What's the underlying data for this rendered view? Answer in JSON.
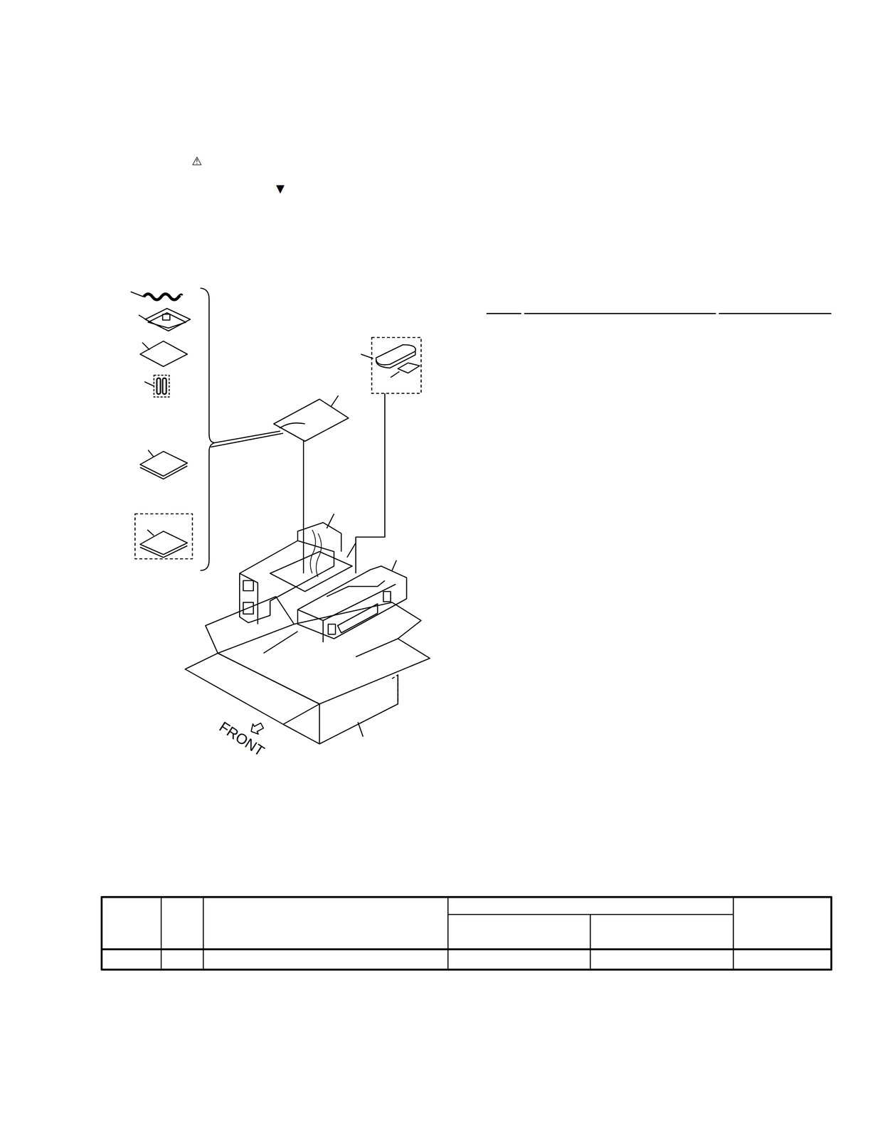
{
  "diagram": {
    "labels": [
      "⚠",
      "▼",
      "FRONT"
    ]
  }
}
